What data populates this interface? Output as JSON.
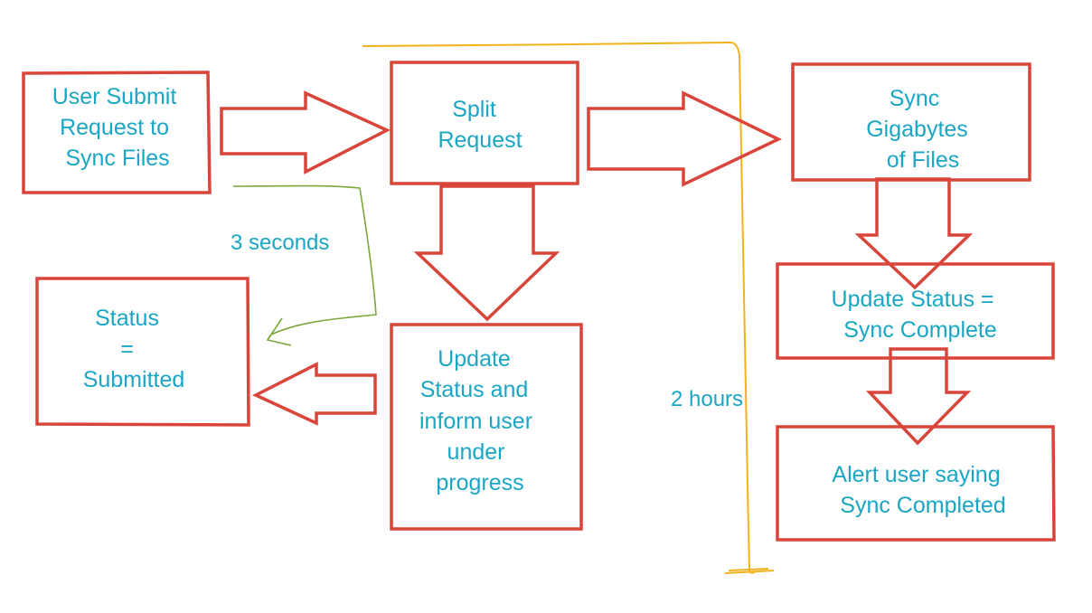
{
  "boxes": {
    "user_submit": [
      "User Submit",
      "Request to",
      "Sync Files"
    ],
    "split_request": [
      "Split",
      "Request"
    ],
    "sync_files": [
      "Sync",
      "Gigabytes",
      "of Files"
    ],
    "status_submitted": [
      "Status",
      "=",
      "Submitted"
    ],
    "update_status_progress": [
      "Update",
      "Status and",
      "inform user",
      "under",
      "progress"
    ],
    "update_status_complete": [
      "Update Status =",
      "Sync Complete"
    ],
    "alert_user": [
      "Alert user saying",
      "Sync Completed"
    ]
  },
  "annotations": {
    "short_duration": "3 seconds",
    "long_duration": "2 hours"
  },
  "colors": {
    "box_stroke": "#d9453a",
    "text": "#1aa6c4",
    "short_path": "#7aa83a",
    "long_path": "#f2b21c"
  }
}
